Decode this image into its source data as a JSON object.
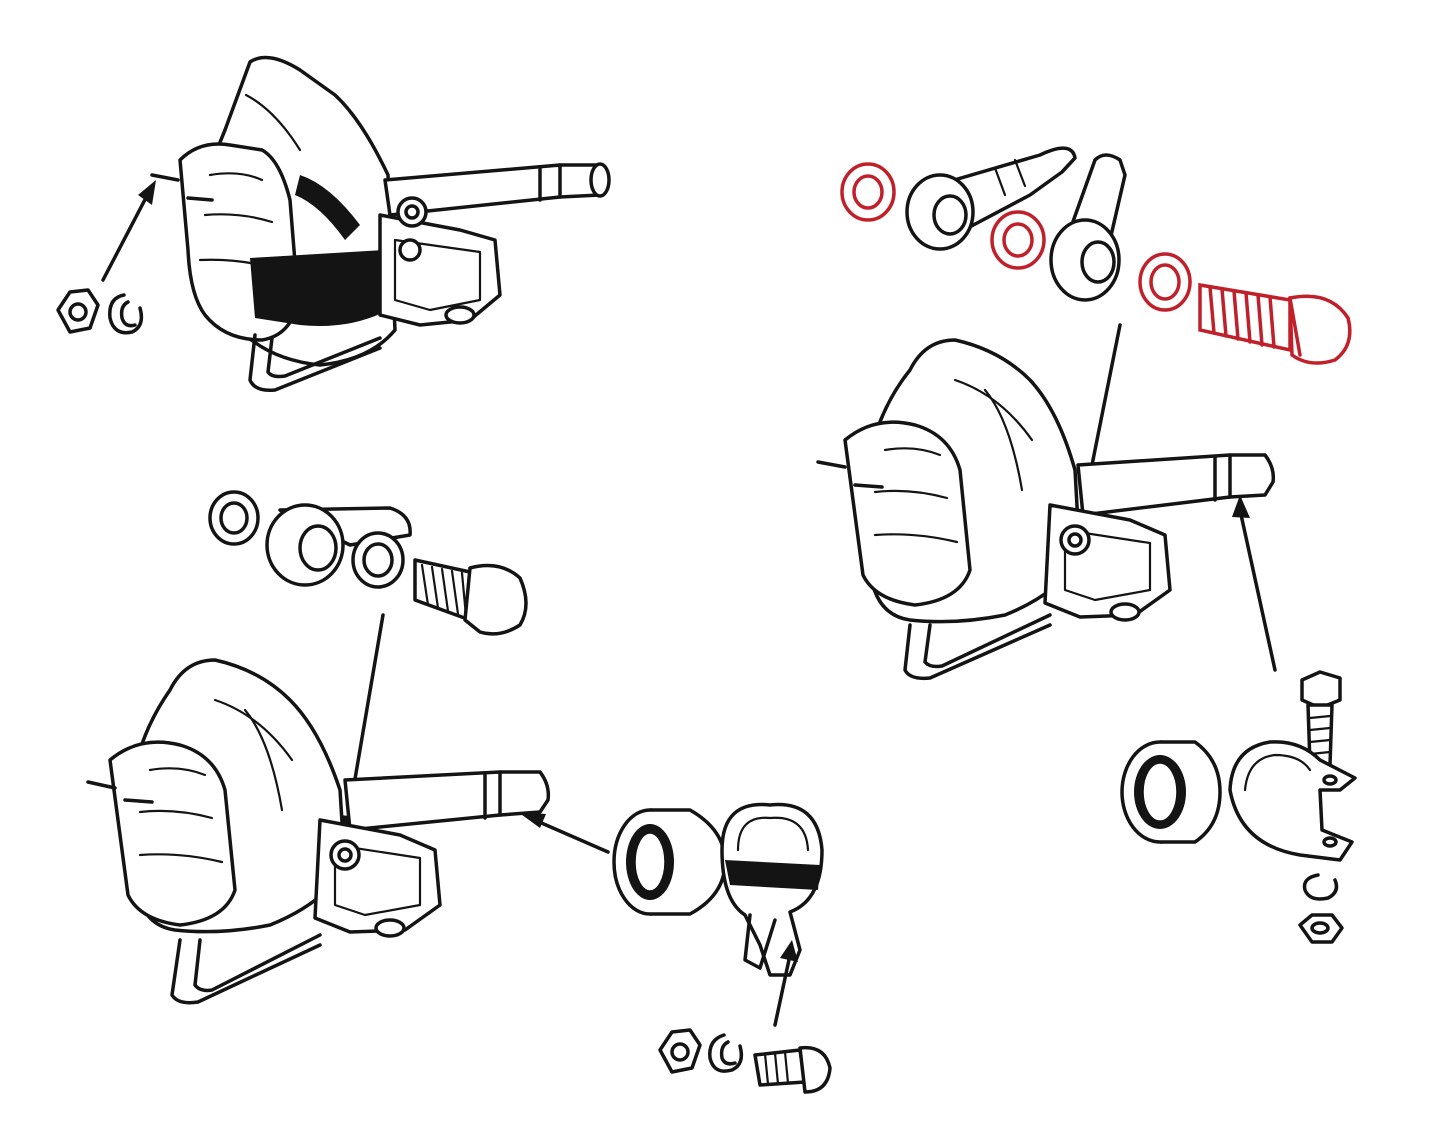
{
  "colors": {
    "line": "#141414",
    "highlight": "#c0202a",
    "background": "#ffffff"
  },
  "assemblies": [
    {
      "id": "servo-top-left",
      "parts": [
        "nut",
        "spring-washer",
        "stud"
      ]
    },
    {
      "id": "servo-bottom-left",
      "parts": [
        "sealing-washer",
        "banjo-union",
        "sealing-washer",
        "banjo-bolt",
        "rubber-sleeve",
        "mounting-clamp",
        "nut",
        "spring-washer",
        "bolt"
      ]
    },
    {
      "id": "servo-right",
      "parts": [
        "sealing-washer",
        "hose-union",
        "sealing-washer",
        "banjo-union",
        "sealing-washer",
        "banjo-bolt",
        "rubber-sleeve",
        "mounting-clamp",
        "bolt",
        "spring-washer",
        "nut"
      ]
    }
  ],
  "highlighted_parts": [
    "sealing-washer",
    "sealing-washer",
    "sealing-washer",
    "banjo-bolt"
  ]
}
